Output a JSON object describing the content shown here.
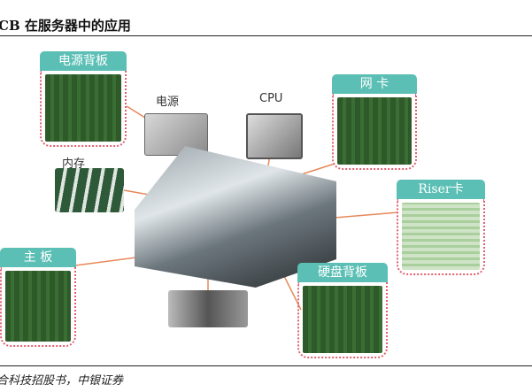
{
  "title": "CB 在服务器中的应用",
  "source": "合科技招股书，中银证券",
  "labels": {
    "power_backplane": "电源背板",
    "psu": "电源",
    "cpu": "CPU",
    "memory": "内存",
    "nic": "网 卡",
    "riser": "Riser卡",
    "motherboard": "主 板",
    "hdd_backplane": "硬盘背板"
  },
  "colors": {
    "label_bg": "#5bbfb5",
    "dotted_border": "#e06070",
    "arrow": "#e8885a"
  }
}
